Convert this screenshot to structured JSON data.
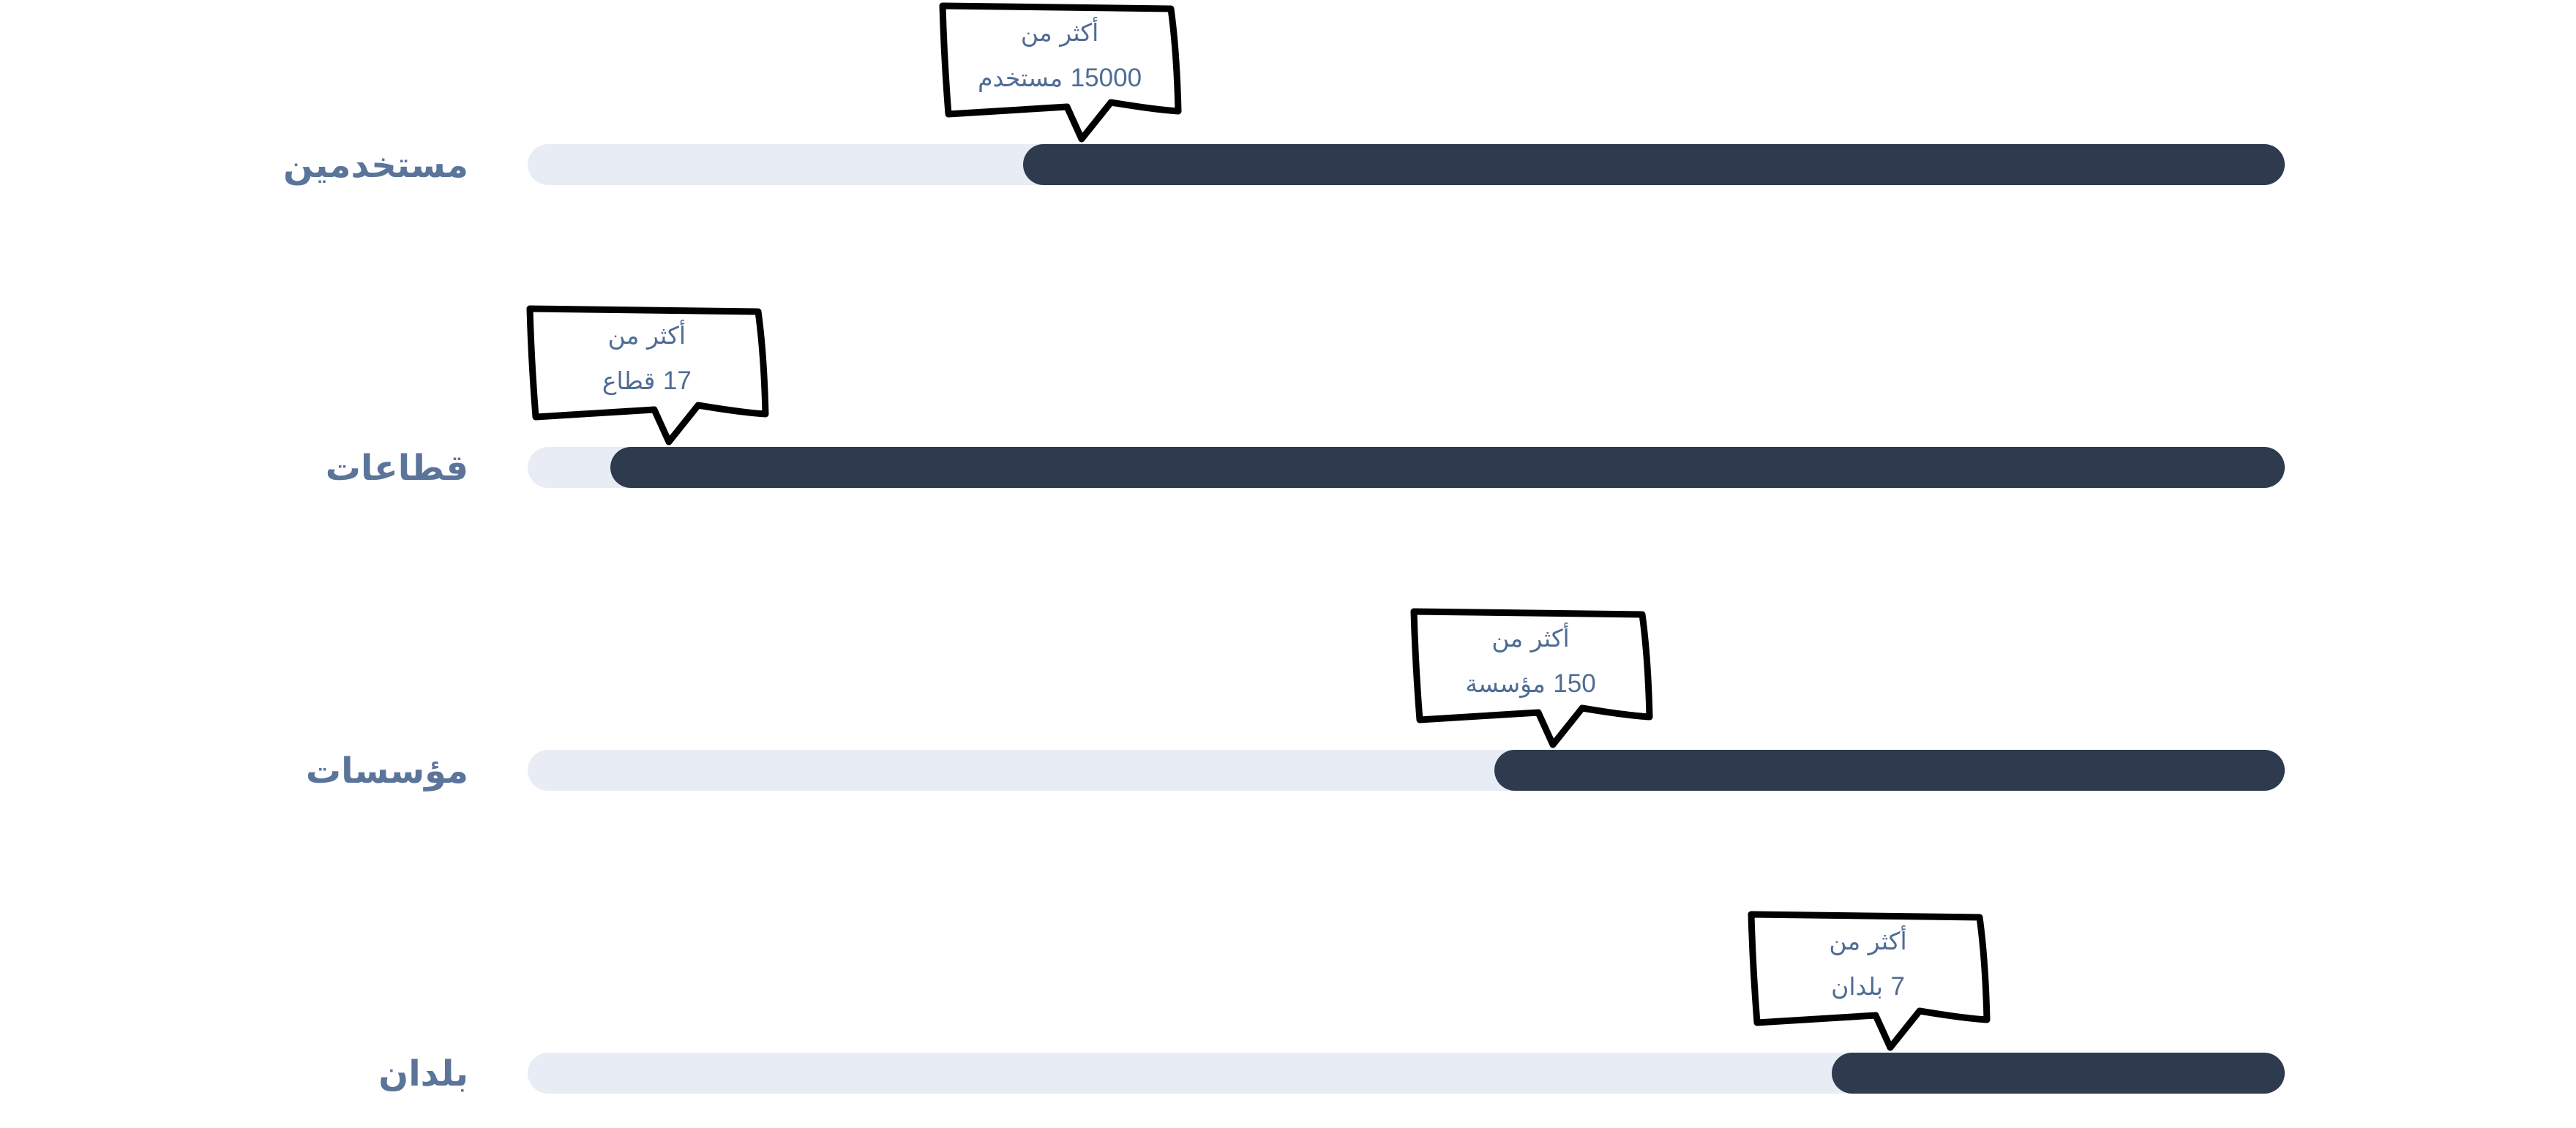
{
  "colors": {
    "label": "#5b7499",
    "track": "#e8ecf4",
    "fill": "#2e3b4f",
    "callout_text": "#4f6c94",
    "callout_border": "#000000"
  },
  "stats": [
    {
      "label": "مستخدمين",
      "callout_line1": "أكثر من",
      "callout_line2": "15000 مستخدم",
      "fill_fraction": 0.718
    },
    {
      "label": "قطاعات",
      "callout_line1": "أكثر من",
      "callout_line2": "17 قطاع",
      "fill_fraction": 0.953
    },
    {
      "label": "مؤسسات",
      "callout_line1": "أكثر من",
      "callout_line2": "150 مؤسسة",
      "fill_fraction": 0.45
    },
    {
      "label": "بلدان",
      "callout_line1": "أكثر من",
      "callout_line2": "7 بلدان",
      "fill_fraction": 0.258
    }
  ]
}
